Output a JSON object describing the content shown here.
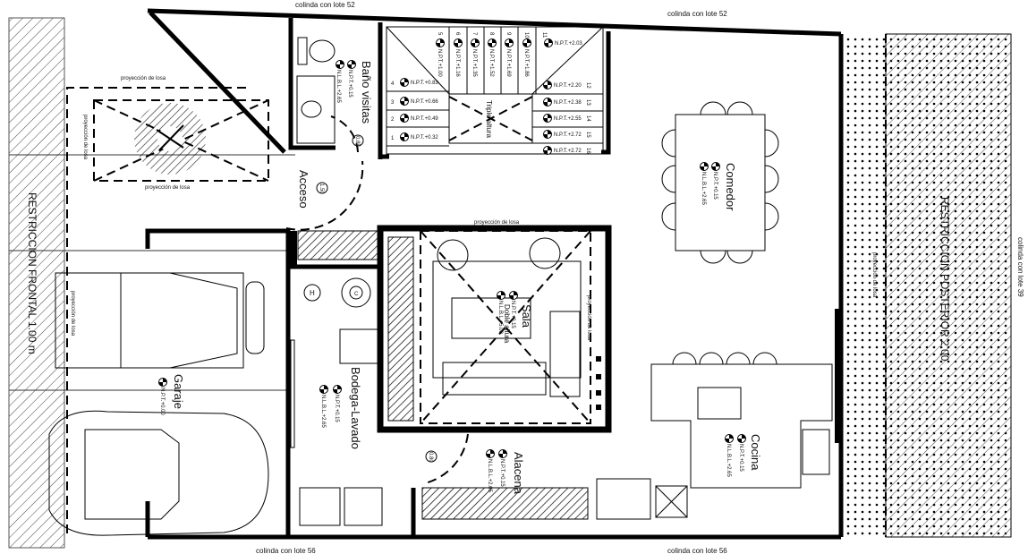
{
  "boundaries": {
    "top_left": "colinda con lote 52",
    "top_right": "colinda con lote 52",
    "bottom_left": "colinda con lote 56",
    "bottom_right": "colinda con lote 56",
    "right": "colinda con lote 39"
  },
  "restrictions": {
    "front": "RESTRICCION FRONTAL 1.00 m",
    "rear": "RESTRICCION POSTERIOR 2.00"
  },
  "slab_projection": "proyección de losa",
  "rooms": {
    "bano": "Baño visitas",
    "acceso": "Acceso",
    "comedor": "Comedor",
    "sala": "Sala",
    "bodega": "Bodega-Lavado",
    "garaje": "Garaje",
    "alacena": "Alacena",
    "cocina": "Cocina",
    "triple": "Triple altura",
    "doble": "Doble altura"
  },
  "levels": {
    "npt_015": "N.P.T.+0.15",
    "nlbl_265": "N.L.B.L.+2.65",
    "nlbl_500": "N.L.B.L.+5.00",
    "npt_000": "N.P.T.+0.00"
  },
  "doors": {
    "bano": "0.85",
    "acceso": "1.50",
    "bodega": "0.80"
  },
  "stairs": [
    {
      "n": "1",
      "npt": "N.P.T.+0.32"
    },
    {
      "n": "2",
      "npt": "N.P.T.+0.49"
    },
    {
      "n": "3",
      "npt": "N.P.T.+0.66"
    },
    {
      "n": "4",
      "npt": "N.P.T.+0.83"
    },
    {
      "n": "5",
      "npt": "N.P.T.+1.00"
    },
    {
      "n": "6",
      "npt": "N.P.T.+1.16"
    },
    {
      "n": "7",
      "npt": "N.P.T.+1.35"
    },
    {
      "n": "8",
      "npt": "N.P.T.+1.52"
    },
    {
      "n": "9",
      "npt": "N.P.T.+1.69"
    },
    {
      "n": "10",
      "npt": "N.P.T.+1.86"
    },
    {
      "n": "11",
      "npt": "N.P.T.+2.03"
    },
    {
      "n": "12",
      "npt": "N.P.T.+2.20"
    },
    {
      "n": "13",
      "npt": "N.P.T.+2.38"
    },
    {
      "n": "14",
      "npt": "N.P.T.+2.55"
    },
    {
      "n": "15",
      "npt": "N.P.T.+2.72"
    },
    {
      "n": "16",
      "npt": "N.P.T.+2.72"
    }
  ],
  "symbols": {
    "heater": "H",
    "boiler": "C"
  }
}
